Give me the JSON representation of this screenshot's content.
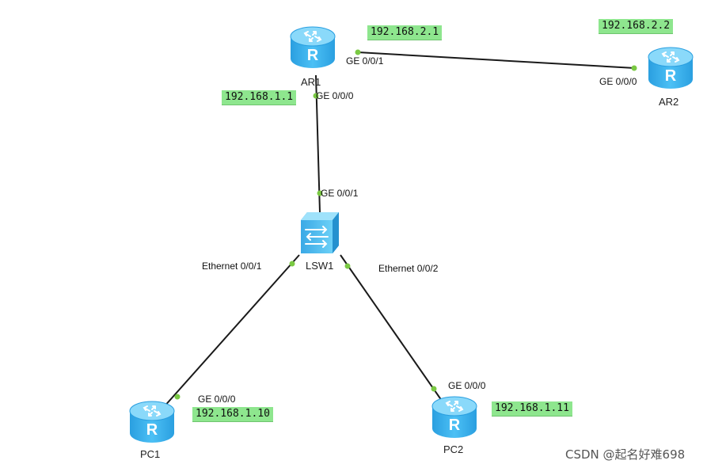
{
  "colors": {
    "link": "#1a1a1a",
    "port_dot": "#7ac943",
    "ip_background": "#8ee68e",
    "router_body": "#3cb4ee",
    "router_top": "#7fd3f7",
    "switch_body": "#5cc4f2"
  },
  "devices": {
    "ar1": {
      "name": "AR1",
      "icon": "router-icon"
    },
    "ar2": {
      "name": "AR2",
      "icon": "router-icon"
    },
    "lsw1": {
      "name": "LSW1",
      "icon": "switch-icon"
    },
    "pc1": {
      "name": "PC1",
      "icon": "router-icon"
    },
    "pc2": {
      "name": "PC2",
      "icon": "router-icon"
    }
  },
  "ports": {
    "ar1_ge001": "GE 0/0/1",
    "ar1_ge000": "GE 0/0/0",
    "ar2_ge000": "GE 0/0/0",
    "lsw1_ge001": "GE 0/0/1",
    "lsw1_eth001": "Ethernet 0/0/1",
    "lsw1_eth002": "Ethernet 0/0/2",
    "pc1_ge000": "GE 0/0/0",
    "pc2_ge000": "GE 0/0/0"
  },
  "ips": {
    "ar1_ge001": "192.168.2.1",
    "ar2_ge000": "192.168.2.2",
    "ar1_ge000": "192.168.1.1",
    "pc1": "192.168.1.10",
    "pc2": "192.168.1.11"
  },
  "watermark": "CSDN @起名好难698"
}
